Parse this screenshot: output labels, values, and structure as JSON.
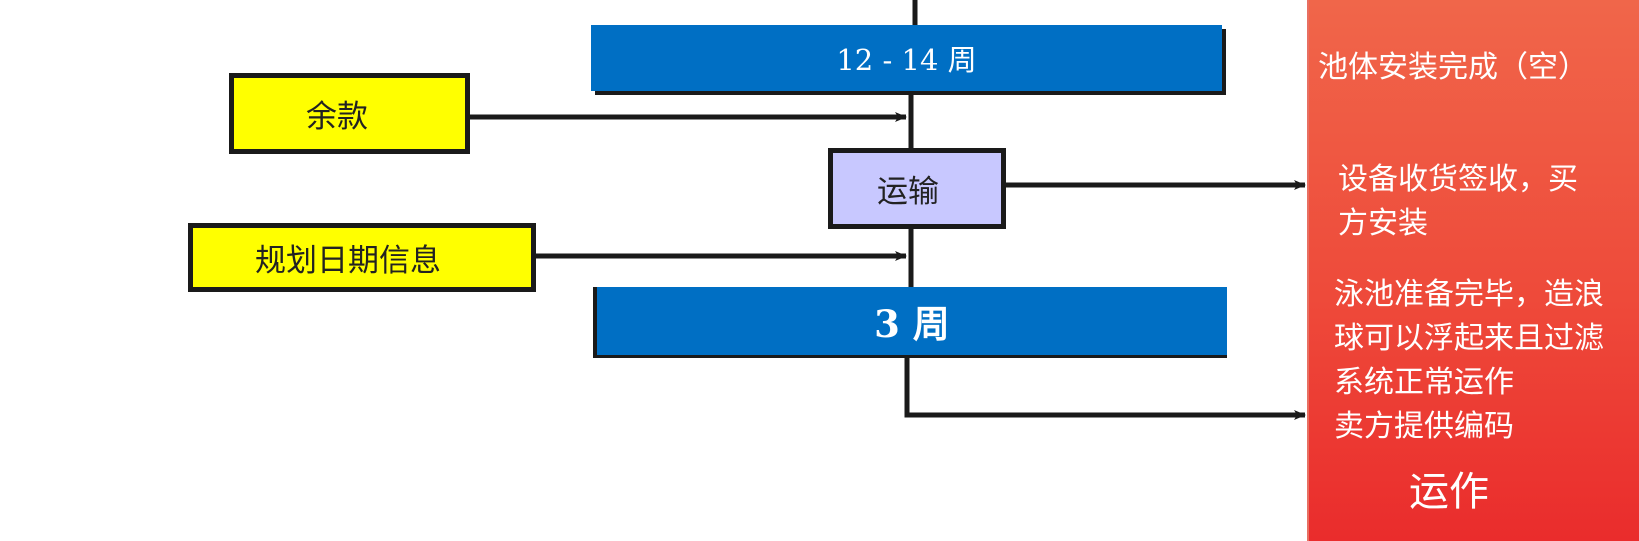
{
  "diagram": {
    "bars": {
      "top_label": "12 - 14 周",
      "bottom_label": "3  周"
    },
    "inputs": {
      "balance_label": "余款",
      "plan_label": "规划日期信息"
    },
    "step": {
      "transport_label": "运输"
    },
    "panel": {
      "pool_installed": "池体安装完成（空）",
      "receipt": "设备收货签收，买\n方安装",
      "ready": "泳池准备完毕，造浪\n球可以浮起来且过滤\n系统正常运作\n卖方提供编码",
      "operation": "运作"
    },
    "colors": {
      "bar_blue": "#006fc4",
      "input_yellow": "#ffff00",
      "step_lavender": "#c8c8ff",
      "panel_red": "#ee4a3a",
      "line_dark": "#1a1a1a"
    }
  }
}
